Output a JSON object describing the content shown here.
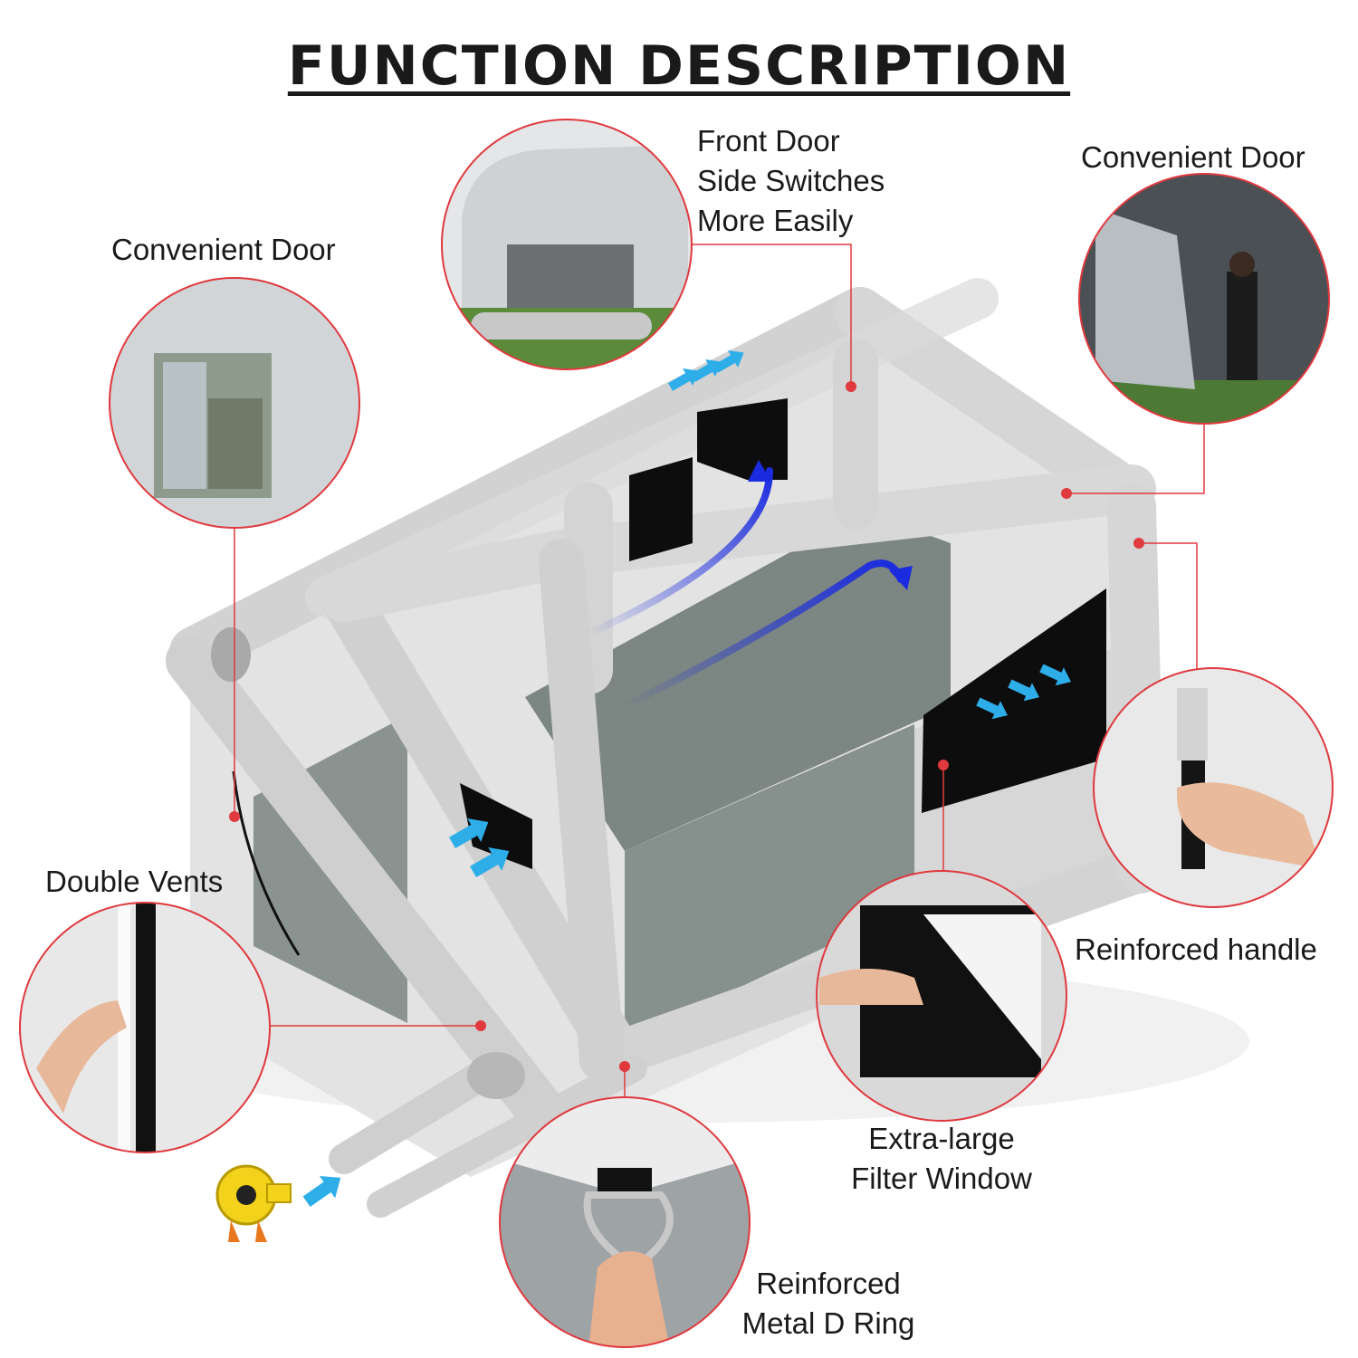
{
  "title": "FUNCTION DESCRIPTION",
  "features": {
    "front_door": [
      "Front Door",
      "Side Switches",
      "More Easily"
    ],
    "convenient_door_right": "Convenient Door",
    "convenient_door_left": "Convenient Door",
    "double_vents": "Double Vents",
    "reinforced_handle": "Reinforced handle",
    "filter_window": [
      "Extra-large",
      "Filter Window"
    ],
    "d_ring": [
      "Reinforced",
      "Metal D Ring"
    ]
  },
  "colors": {
    "callout_line": "#e0393e",
    "airflow_arrow": "#2eaee8",
    "internal_flow": "#1a2be0",
    "booth_body": "#dcdcdc",
    "booth_floor": "#7c8682"
  }
}
